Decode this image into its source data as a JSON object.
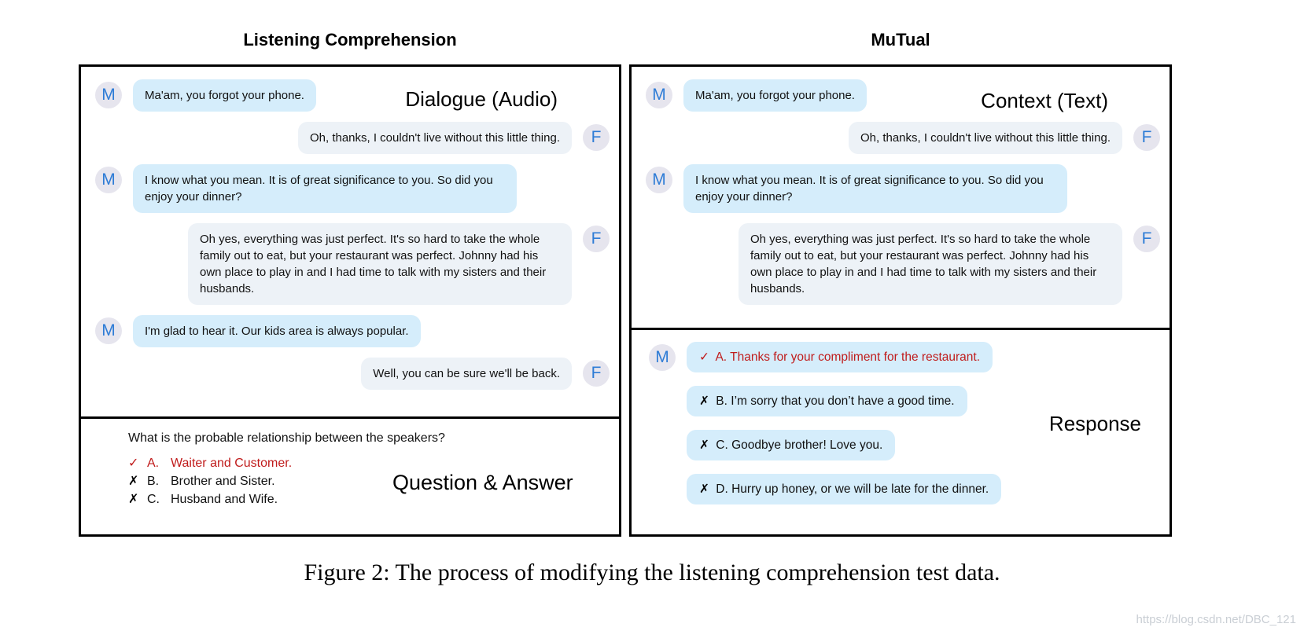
{
  "page": {
    "caption": "Figure 2: The process of modifying the listening comprehension test data.",
    "watermark": "https://blog.csdn.net/DBC_121"
  },
  "dialogue": {
    "messages": [
      {
        "speaker": "M",
        "side": "left",
        "text": "Ma'am, you forgot your phone."
      },
      {
        "speaker": "F",
        "side": "right",
        "text": "Oh, thanks, I couldn't live without this little thing."
      },
      {
        "speaker": "M",
        "side": "left",
        "text": "I know what you mean. It is of great significance to you. So did you enjoy your dinner?"
      },
      {
        "speaker": "F",
        "side": "right",
        "text": "Oh yes, everything was just perfect. It's so hard to take the whole family out to eat, but your restaurant was perfect. Johnny had his own place to play in and I had time to talk with my sisters and their husbands."
      },
      {
        "speaker": "M",
        "side": "left",
        "text": "I'm glad to hear it. Our kids area is always popular."
      },
      {
        "speaker": "F",
        "side": "right",
        "text": "Well, you can be sure we'll be back."
      }
    ]
  },
  "left_panel": {
    "title": "Listening Comprehension",
    "dialogue_label": "Dialogue (Audio)",
    "qa_label": "Question & Answer",
    "message_count": 6,
    "question": "What is the probable relationship between the speakers?",
    "options": [
      {
        "mark": "✓",
        "icon": "check-icon",
        "letter": "A.",
        "text": "Waiter and Customer.",
        "correct": true
      },
      {
        "mark": "✗",
        "icon": "cross-icon",
        "letter": "B.",
        "text": "Brother and Sister.",
        "correct": false
      },
      {
        "mark": "✗",
        "icon": "cross-icon",
        "letter": "C.",
        "text": "Husband and Wife.",
        "correct": false
      }
    ]
  },
  "right_panel": {
    "title": "MuTual",
    "context_label": "Context (Text)",
    "response_label": "Response",
    "message_count": 4,
    "responses": [
      {
        "mark": "✓",
        "icon": "check-icon",
        "speaker": "M",
        "text": "A. Thanks for your compliment for the restaurant.",
        "correct": true
      },
      {
        "mark": "✗",
        "icon": "cross-icon",
        "speaker": null,
        "text": "B. I’m sorry that you don’t have a good time.",
        "correct": false
      },
      {
        "mark": "✗",
        "icon": "cross-icon",
        "speaker": null,
        "text": "C. Goodbye brother! Love you.",
        "correct": false
      },
      {
        "mark": "✗",
        "icon": "cross-icon",
        "speaker": null,
        "text": "D. Hurry up honey, or we will be late for the dinner.",
        "correct": false
      }
    ]
  },
  "colors": {
    "m_bubble": "#d5edfb",
    "f_bubble": "#edf2f7",
    "avatar_bg": "#e6e5ee",
    "avatar_letter": "#2e7cd6",
    "red": "#c01c1c",
    "border": "#000000"
  }
}
